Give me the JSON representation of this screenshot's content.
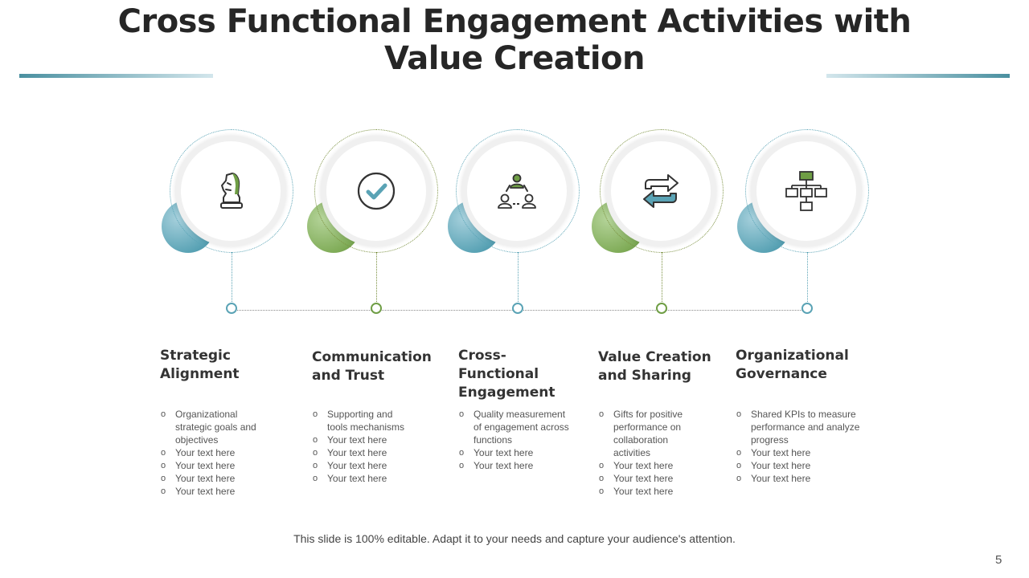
{
  "title": "Cross Functional Engagement Activities with Value Creation",
  "colors": {
    "teal": "#5aa3b5",
    "green": "#6f9e45",
    "accent_bar": "#4a90a0"
  },
  "steps": [
    {
      "title": "Strategic Alignment",
      "icon": "chess-knight-icon",
      "items": [
        "Organizational strategic goals and objectives",
        "Your text here",
        "Your text here",
        "Your text here",
        "Your text here"
      ]
    },
    {
      "title": "Communication and Trust",
      "icon": "check-circle-icon",
      "items": [
        "Supporting and tools mechanisms",
        "Your text here",
        "Your text here",
        "Your text here",
        "Your text here"
      ]
    },
    {
      "title": "Cross-Functional Engagement",
      "icon": "team-network-icon",
      "items": [
        "Quality measurement of engagement across functions",
        "Your text here",
        "Your text here"
      ]
    },
    {
      "title": "Value Creation and Sharing",
      "icon": "exchange-arrows-icon",
      "items": [
        "Gifts for positive performance on collaboration activities",
        "Your text here",
        "Your text here",
        "Your text here"
      ]
    },
    {
      "title": "Organizational Governance",
      "icon": "org-chart-icon",
      "items": [
        "Shared KPIs to measure performance and analyze progress",
        "Your text here",
        "Your text here",
        "Your text here"
      ]
    }
  ],
  "footer": "This slide is 100% editable. Adapt it to your needs and capture your audience's attention.",
  "page_number": "5"
}
